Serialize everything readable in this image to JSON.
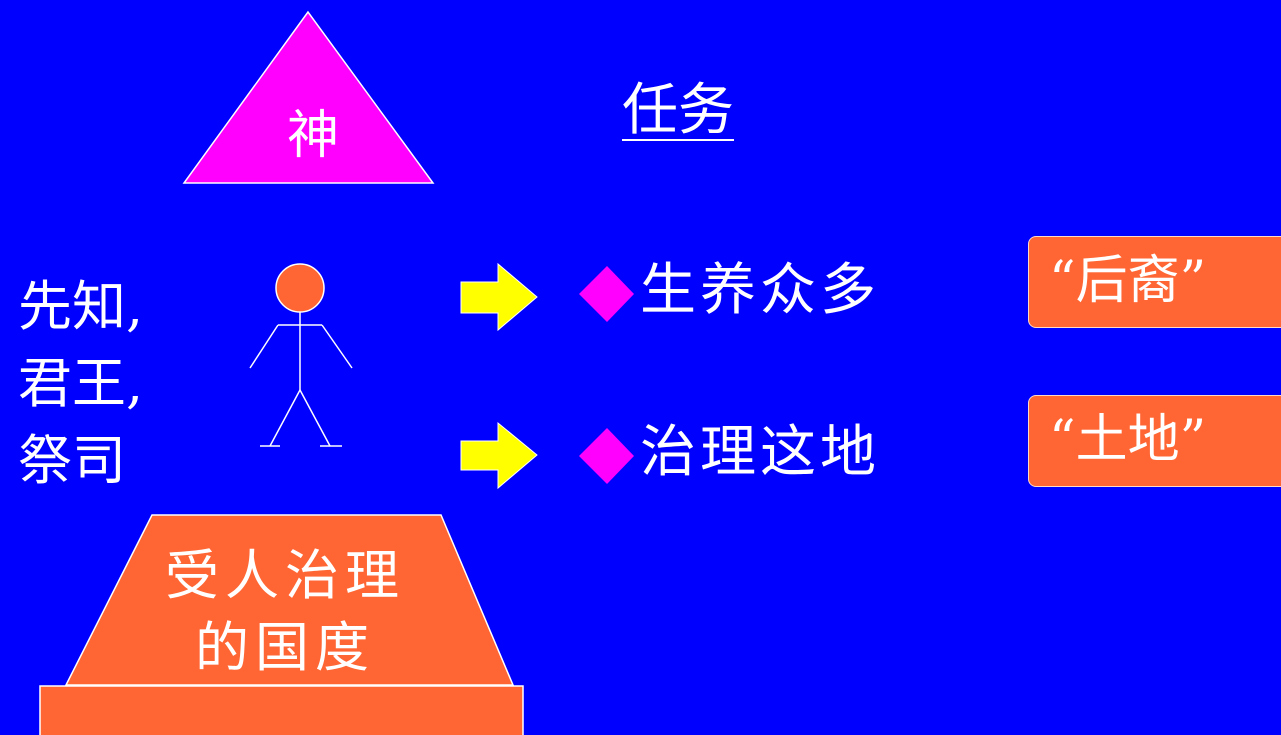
{
  "god": {
    "label": "神"
  },
  "title": "任务",
  "roles": {
    "line1": "先知,",
    "line2": "君王,",
    "line3": "祭司"
  },
  "tasks": [
    {
      "label": "生养众多",
      "tag": "“后裔”"
    },
    {
      "label": "治理这地",
      "tag": "“土地”"
    }
  ],
  "kingdom": {
    "line1": "受人治理",
    "line2": "的国度"
  },
  "colors": {
    "background": "#0000ff",
    "god_triangle": "#ff00ff",
    "person_head": "#ff6633",
    "arrow": "#ffff00",
    "bullet": "#ff00ff",
    "tag_box": "#ff6633",
    "kingdom": "#ff6633"
  }
}
